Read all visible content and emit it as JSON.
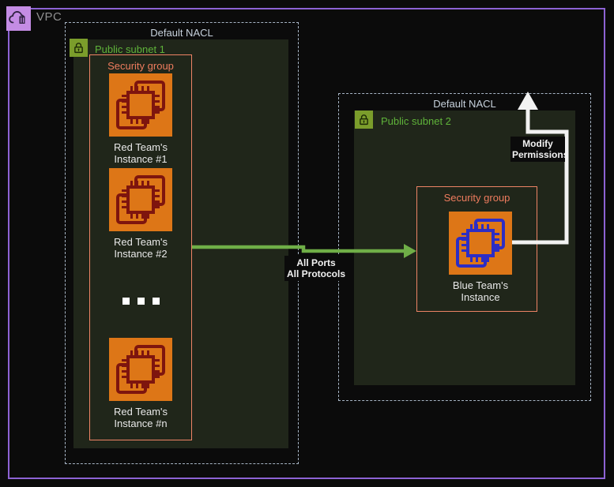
{
  "diagram": {
    "vpc": {
      "label": "VPC"
    },
    "left_nacl": {
      "title": "Default NACL",
      "subnet": {
        "label": "Public subnet 1"
      },
      "security_group": {
        "title": "Security group",
        "instances": [
          {
            "line1": "Red Team's",
            "line2": "Instance #1"
          },
          {
            "line1": "Red Team's",
            "line2": "Instance #2"
          },
          {
            "line1": "Red Team's",
            "line2": "Instance #n"
          }
        ]
      }
    },
    "right_nacl": {
      "title": "Default NACL",
      "subnet": {
        "label": "Public subnet 2"
      },
      "security_group": {
        "title": "Security group",
        "instance": {
          "line1": "Blue Team's",
          "line2": "Instance"
        }
      }
    },
    "arrows": {
      "attack": {
        "label_line1": "All Ports",
        "label_line2": "All Protocols"
      },
      "modify": {
        "label_line1": "Modify",
        "label_line2": "Permissions"
      }
    }
  },
  "colors": {
    "page_bg": "#0b0b0b",
    "vpc_border": "#8d63d4",
    "vpc_icon_bg": "#c48ce4",
    "nacl_border": "#a7b5c5",
    "nacl_title": "#c7d1dc",
    "subnet_bg": "#20261a",
    "subnet_label": "#5fb33a",
    "lock_bg": "#7b9d2b",
    "sg_border": "#ee8466",
    "sg_title": "#ee7c5e",
    "instance_bg": "#dd7617",
    "chip_red": "#7e150e",
    "chip_blue": "#2d2dc4",
    "label_text": "#e8e8e8",
    "arrow_green": "#6fae47",
    "arrow_white": "#f2f2f2"
  }
}
